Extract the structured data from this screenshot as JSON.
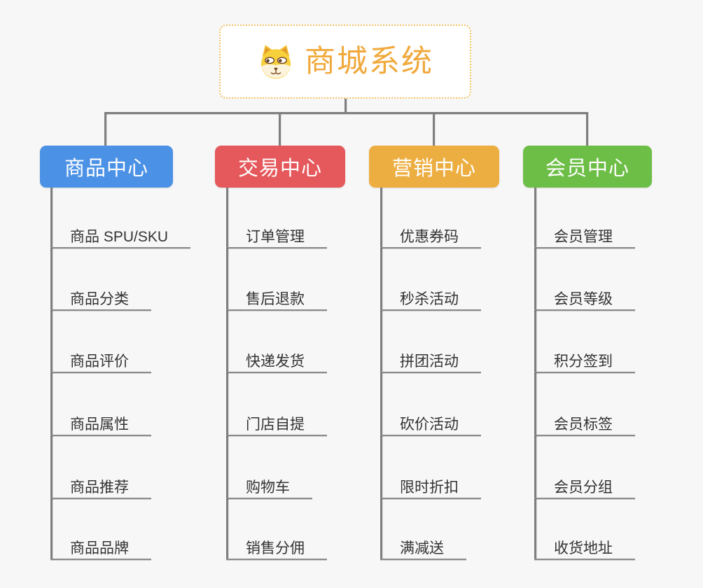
{
  "app": {
    "type": "mind-map",
    "background": "#F7F7F7",
    "connector_color": "#7F7F7F"
  },
  "root": {
    "title": "商城系统",
    "icon": "shiba-dog-face-icon",
    "text_color": "#F0A93C",
    "border_color": "#F2C063",
    "background": "#FFFFFF"
  },
  "branches": [
    {
      "label": "商品中心",
      "color": "#4B91E6",
      "children": [
        "商品 SPU/SKU",
        "商品分类",
        "商品评价",
        "商品属性",
        "商品推荐",
        "商品品牌"
      ]
    },
    {
      "label": "交易中心",
      "color": "#E5585B",
      "children": [
        "订单管理",
        "售后退款",
        "快递发货",
        "门店自提",
        "购物车",
        "销售分佣"
      ]
    },
    {
      "label": "营销中心",
      "color": "#EDAE41",
      "children": [
        "优惠券码",
        "秒杀活动",
        "拼团活动",
        "砍价活动",
        "限时折扣",
        "满减送"
      ]
    },
    {
      "label": "会员中心",
      "color": "#6DBE46",
      "children": [
        "会员管理",
        "会员等级",
        "积分签到",
        "会员标签",
        "会员分组",
        "收货地址"
      ]
    }
  ],
  "leaf_style": {
    "text_color": "#333333",
    "underline_color": "#8A8A8A"
  }
}
